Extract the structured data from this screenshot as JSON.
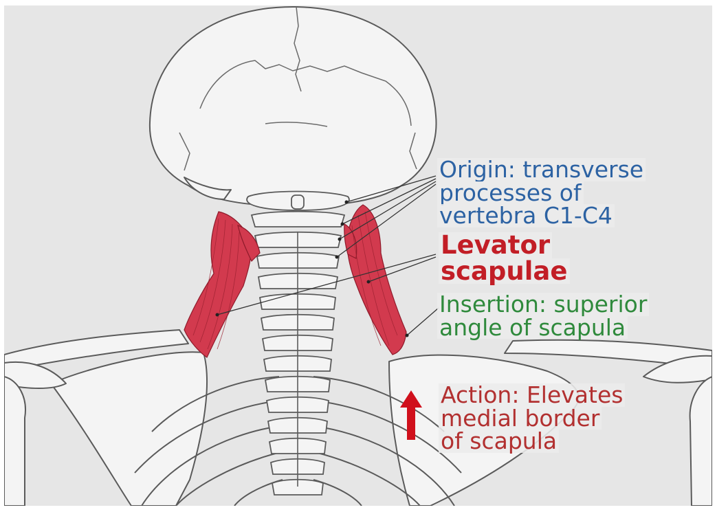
{
  "labels": {
    "origin": [
      "Origin: transverse",
      "processes of",
      "vertebra C1-C4"
    ],
    "muscle": [
      "Levator",
      "scapulae"
    ],
    "insertion": [
      "Insertion: superior",
      "angle of  scapula"
    ],
    "action": [
      "Action: Elevates",
      "medial border",
      "of scapula"
    ]
  },
  "watermark": "",
  "colors": {
    "background": "#e6e6e6",
    "bone_fill": "#f4f4f4",
    "bone_outline": "#5a5a5a",
    "muscle": "#d23a4e",
    "origin_text": "#2c62a3",
    "muscle_text": "#c21e26",
    "insertion_text": "#2f8a3c",
    "action_text": "#b23030",
    "arrow": "#d0101c"
  },
  "icons": {
    "action_arrow": "up-arrow-icon"
  }
}
